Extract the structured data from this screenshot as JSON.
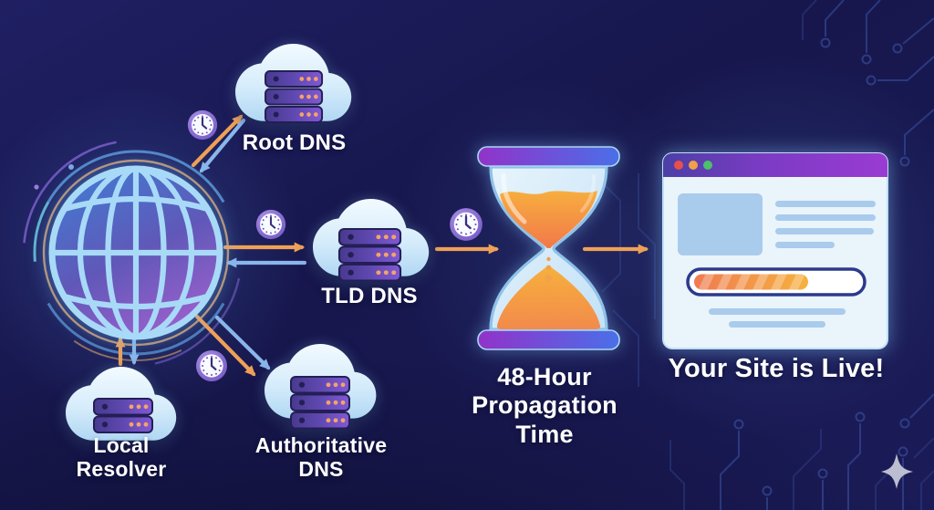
{
  "colors": {
    "background": "#1A1A55",
    "arrow_orange": "#EFA057",
    "arrow_blue": "#8AB6EA",
    "text": "#FFFFFF",
    "circuit_line": "#3E5AAD",
    "cloud_top": "#F0F9FF",
    "cloud_bottom": "#AFD7F3",
    "server_dark": "#473A8E",
    "server_light": "#8059D4",
    "server_outline": "#241E56",
    "server_dot_orange": "#F5A368",
    "clock_ring": "#8468D0",
    "clock_face": "#F8FBFF",
    "globe_stroke": "#A8DAF8",
    "hourglass_cap_left": "#9233C9",
    "hourglass_cap_right": "#4A6FE8",
    "hourglass_glass": "#D9ECFA",
    "sand_orange": "#F5A033",
    "browser_body": "#EAF4FB",
    "titlebar_left": "#4C3FA6",
    "titlebar_right": "#9A3BD2",
    "dot_red": "#E8504A",
    "dot_orange": "#F0A048",
    "dot_green": "#4CC06A",
    "content_block": "#A9CBEC",
    "progress_border": "#2B3A8C",
    "progress_start": "#EF7B52",
    "progress_end": "#F6B13E",
    "sparkle": "#C9CBDA"
  },
  "nodes": {
    "root_dns": {
      "label": "Root DNS"
    },
    "tld_dns": {
      "label": "TLD DNS"
    },
    "local_resolver": {
      "line1": "Local",
      "line2": "Resolver"
    },
    "authoritative_dns": {
      "line1": "Authoritative",
      "line2": "DNS"
    },
    "propagation": {
      "line1": "48-Hour",
      "line2": "Propagation",
      "line3": "Time"
    },
    "site_live": {
      "label": "Your Site is Live!"
    }
  },
  "icons": {
    "globe": "globe-icon",
    "cloud_server": "cloud-server-icon",
    "clock": "clock-icon",
    "hourglass": "hourglass-icon",
    "browser": "browser-window-icon",
    "sparkle": "sparkle-icon",
    "circuit": "circuit-trace-pattern"
  }
}
